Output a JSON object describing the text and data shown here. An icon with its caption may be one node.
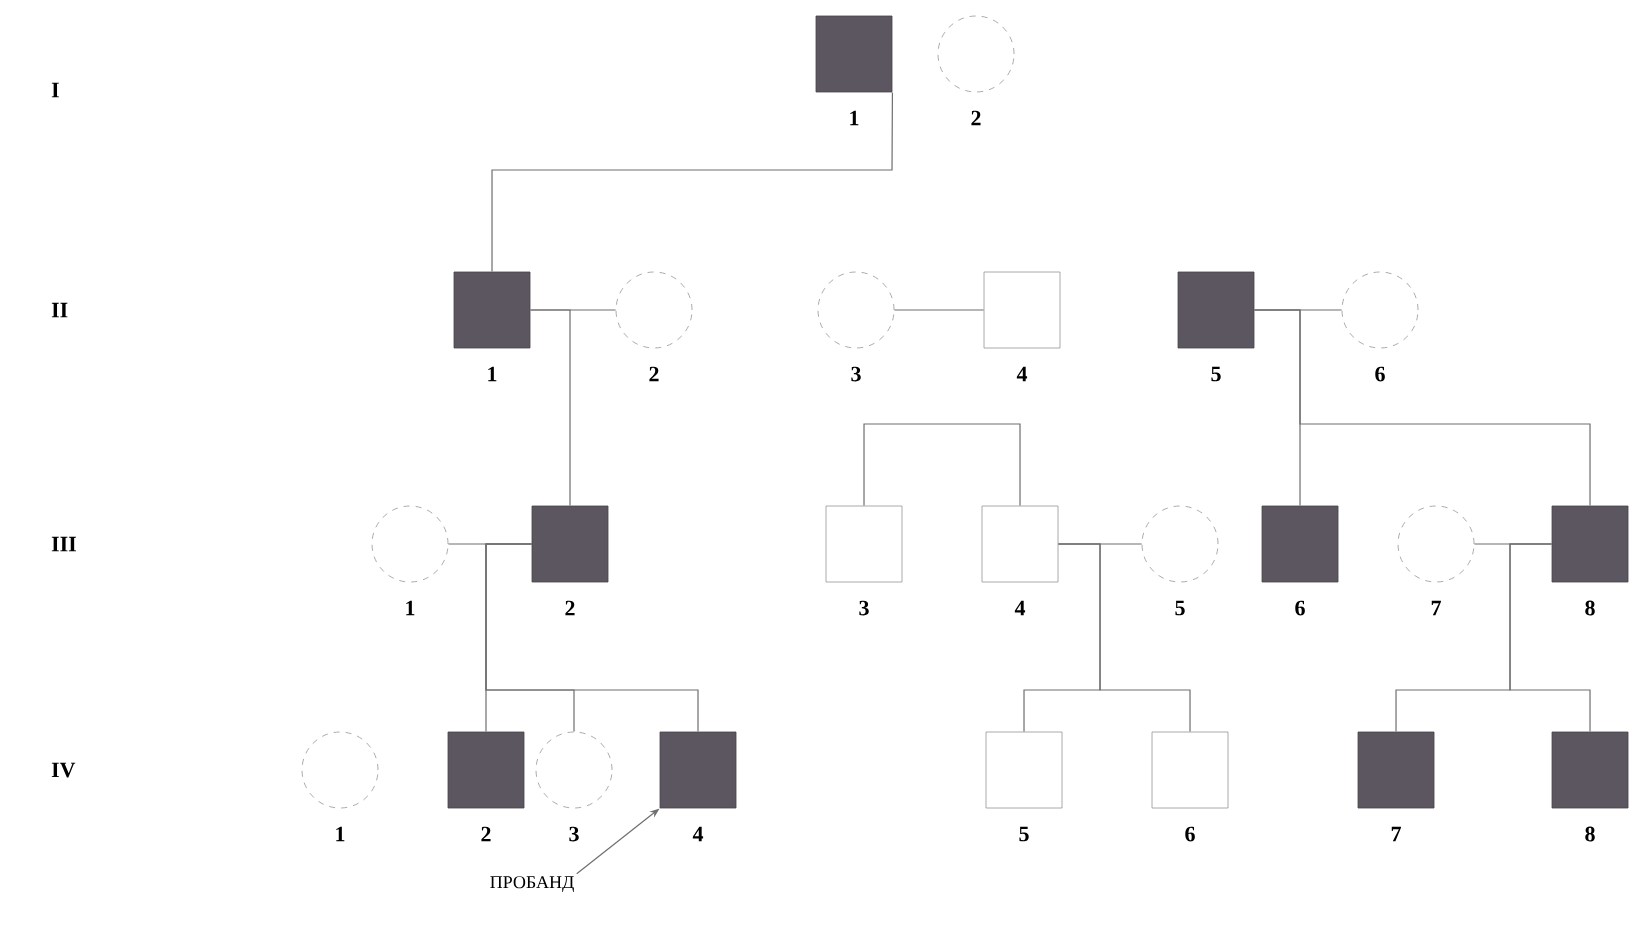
{
  "diagram": {
    "nodes": [
      {
        "text": [],
        "shape": "box",
        "beside": [
          "1"
        ]
      },
      {
        "text": [],
        "shape": "circle",
        "beside": [
          "2"
        ]
      },
      {
        "text": [],
        "shape": "box",
        "beside": [
          "1"
        ]
      },
      {
        "text": [],
        "shape": "circle",
        "beside": [
          "2"
        ]
      },
      {
        "text": [],
        "shape": "circle",
        "beside": [
          "3"
        ]
      },
      {
        "text": [],
        "shape": "box",
        "beside": [
          "4"
        ]
      },
      {
        "text": [],
        "shape": "box",
        "beside": [
          "5"
        ]
      },
      {
        "text": [],
        "shape": "circle",
        "beside": [
          "6"
        ]
      },
      {
        "text": [],
        "shape": "circle",
        "beside": [
          "1"
        ]
      },
      {
        "text": [],
        "shape": "box",
        "beside": [
          "2"
        ]
      },
      {
        "text": [],
        "shape": "box",
        "beside": [
          "3"
        ]
      },
      {
        "text": [],
        "shape": "box",
        "beside": [
          "4"
        ]
      },
      {
        "text": [],
        "shape": "circle",
        "beside": [
          "5"
        ]
      },
      {
        "text": [],
        "shape": "box",
        "beside": [
          "6"
        ]
      },
      {
        "text": [],
        "shape": "circle",
        "beside": [
          "7"
        ]
      },
      {
        "text": [],
        "shape": "box",
        "beside": [
          "8"
        ]
      },
      {
        "text": [],
        "shape": "circle",
        "beside": [
          "1"
        ]
      },
      {
        "text": [],
        "shape": "box",
        "beside": [
          "2"
        ]
      },
      {
        "text": [],
        "shape": "circle",
        "beside": [
          "3"
        ]
      },
      {
        "text": [],
        "shape": "box",
        "beside": [
          "4"
        ]
      },
      {
        "text": [],
        "shape": "box",
        "beside": [
          "5"
        ]
      },
      {
        "text": [],
        "shape": "box",
        "beside": [
          "6"
        ]
      },
      {
        "text": [],
        "shape": "box",
        "beside": [
          "7"
        ]
      },
      {
        "text": [],
        "shape": "box",
        "beside": [
          "8"
        ]
      },
      {
        "text": [
          "ПРОБАНД"
        ]
      }
    ],
    "edges": [
      {
        "from": 0,
        "to": 2,
        "arrow": "none"
      },
      {
        "from": 2,
        "to": 3,
        "arrow": "none"
      },
      {
        "from": 4,
        "to": 5,
        "arrow": "none"
      },
      {
        "from": 6,
        "to": 7,
        "arrow": "none"
      },
      {
        "from": 2,
        "to": 9,
        "arrow": "none"
      },
      {
        "from": null,
        "to": 10,
        "arrow": "none"
      },
      {
        "from": null,
        "to": 11,
        "arrow": "none"
      },
      {
        "from": 6,
        "to": 13,
        "arrow": "none"
      },
      {
        "from": 6,
        "to": 15,
        "arrow": "none"
      },
      {
        "from": 11,
        "to": 12,
        "arrow": "none"
      },
      {
        "from": 8,
        "to": 9,
        "arrow": "none"
      },
      {
        "from": 14,
        "to": 15,
        "arrow": "none"
      },
      {
        "from": 9,
        "to": 17,
        "arrow": "none"
      },
      {
        "from": 9,
        "to": 18,
        "arrow": "none"
      },
      {
        "from": 9,
        "to": 19,
        "arrow": "none"
      },
      {
        "from": 11,
        "to": 20,
        "arrow": "none"
      },
      {
        "from": 11,
        "to": 21,
        "arrow": "none"
      },
      {
        "from": 15,
        "to": 22,
        "arrow": "none"
      },
      {
        "from": 15,
        "to": 23,
        "arrow": "none"
      },
      {
        "from": 24,
        "to": 19,
        "arrow": "to"
      }
    ],
    "labels": [
      "I",
      "II",
      "III",
      "IV"
    ]
  }
}
